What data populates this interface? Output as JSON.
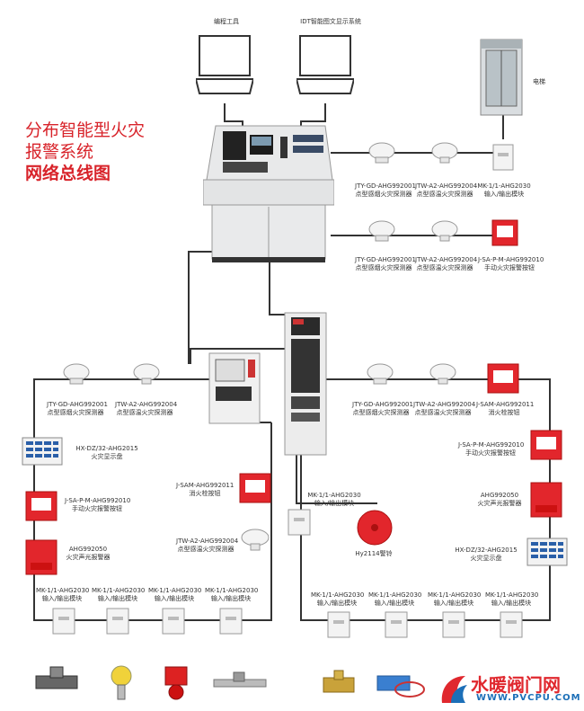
{
  "title": {
    "line1": "分布智能型火灾",
    "line2": "报警系统",
    "line3": "网络总线图"
  },
  "top": {
    "programming_tool": "编程工具",
    "idt_display": "IDT智能图文显示系统",
    "elevator": "电梯"
  },
  "upper_devices": [
    {
      "model": "JTY-GD-AHG992001",
      "desc": "点型感烟火灾探测器"
    },
    {
      "model": "JTW-A2-AHG992004",
      "desc": "点型感温火灾探测器"
    },
    {
      "model": "MK-1/1-AHG2030",
      "desc": "输入/输出模块"
    },
    {
      "model": "JTY-GD-AHG992001",
      "desc": "点型感烟火灾探测器"
    },
    {
      "model": "JTW-A2-AHG992004",
      "desc": "点型感温火灾探测器"
    },
    {
      "model": "J-SA-P-M-AHG992010",
      "desc": "手动火灾报警按钮"
    }
  ],
  "left_loop": {
    "smoke": {
      "model": "JTY-GD-AHG992001",
      "desc": "点型感烟火灾探测器"
    },
    "heat": {
      "model": "JTW-A2-AHG992004",
      "desc": "点型感温火灾探测器"
    },
    "display": {
      "model": "HX-DZ/32-AHG2015",
      "desc": "火灾显示盘"
    },
    "manual": {
      "model": "J-SA-P-M-AHG992010",
      "desc": "手动火灾报警按钮"
    },
    "alarm": {
      "model": "AHG992050",
      "desc": "火灾声光报警器"
    },
    "hydrant": {
      "model": "J-SAM-AHG992011",
      "desc": "消火栓按钮"
    },
    "heat2": {
      "model": "JTW-A2-AHG992004",
      "desc": "点型感温火灾探测器"
    },
    "modules": [
      {
        "model": "MK-1/1-AHG2030",
        "desc": "输入/输出模块"
      },
      {
        "model": "MK-1/1-AHG2030",
        "desc": "输入/输出模块"
      },
      {
        "model": "MK-1/1-AHG2030",
        "desc": "输入/输出模块"
      },
      {
        "model": "MK-1/1-AHG2030",
        "desc": "输入/输出模块"
      }
    ]
  },
  "center": {
    "module": {
      "model": "MK-1/1-AHG2030",
      "desc": "输入/输出模块"
    },
    "bell": "Hy2114警铃"
  },
  "right_loop": {
    "smoke": {
      "model": "JTY-GD-AHG992001",
      "desc": "点型感烟火灾探测器"
    },
    "heat": {
      "model": "JTW-A2-AHG992004",
      "desc": "点型感温火灾探测器"
    },
    "hydrant": {
      "model": "J-SAM-AHG992011",
      "desc": "消火栓按钮"
    },
    "manual": {
      "model": "J-SA-P-M-AHG992010",
      "desc": "手动火灾报警按钮"
    },
    "alarm": {
      "model": "AHG992050",
      "desc": "火灾声光报警器"
    },
    "display": {
      "model": "HX-DZ/32-AHG2015",
      "desc": "火灾显示盘"
    },
    "modules": [
      {
        "model": "MK-1/1-AHG2030",
        "desc": "输入/输出模块"
      },
      {
        "model": "MK-1/1-AHG2030",
        "desc": "输入/输出模块"
      },
      {
        "model": "MK-1/1-AHG2030",
        "desc": "输入/输出模块"
      },
      {
        "model": "MK-1/1-AHG2030",
        "desc": "输入/输出模块"
      }
    ]
  },
  "watermark": {
    "cn": "水暖阀门网",
    "en": "WWW.PVCPU.COM"
  },
  "colors": {
    "title": "#d8232a",
    "wire": "#333333",
    "manual_red": "#e2262c",
    "watermark_red": "#e0282e",
    "watermark_blue": "#1c6fb8"
  }
}
